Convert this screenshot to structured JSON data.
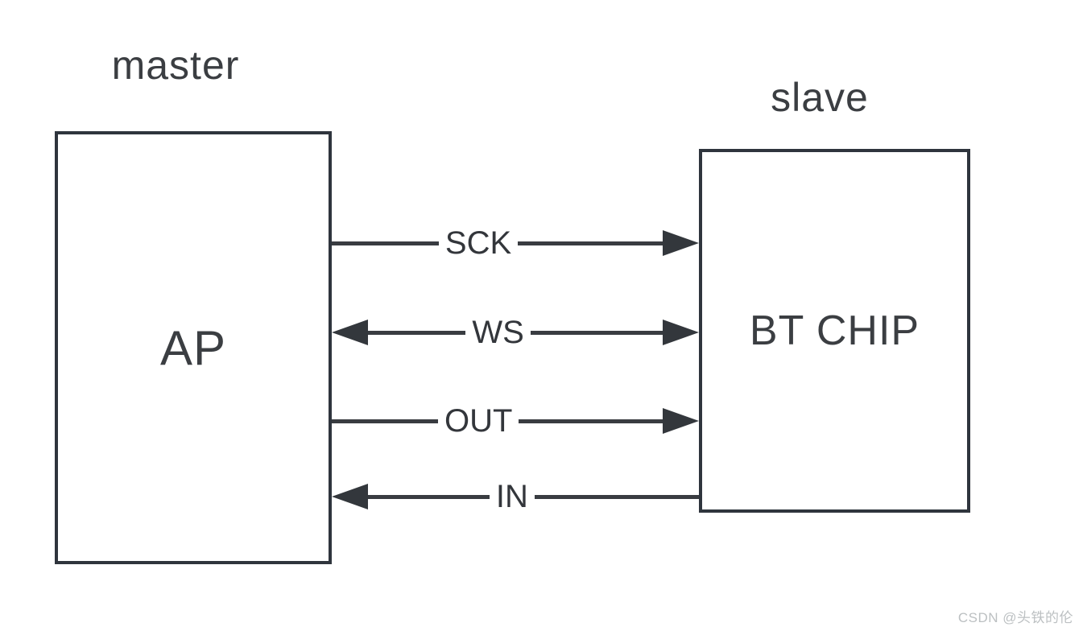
{
  "diagram": {
    "master": {
      "title": "master",
      "label": "AP"
    },
    "slave": {
      "title": "slave",
      "label": "BT CHIP"
    },
    "signals": [
      {
        "label": "SCK",
        "direction": "master-to-slave"
      },
      {
        "label": "WS",
        "direction": "bidirectional"
      },
      {
        "label": "OUT",
        "direction": "master-to-slave"
      },
      {
        "label": "IN",
        "direction": "slave-to-master"
      }
    ],
    "colors": {
      "box_border": "#2f353d",
      "line": "#393c41",
      "text": "#3b3e42",
      "watermark": "#bcc0c2",
      "background": "#ffffff"
    }
  },
  "watermark": {
    "text": "CSDN @头铁的伦"
  }
}
